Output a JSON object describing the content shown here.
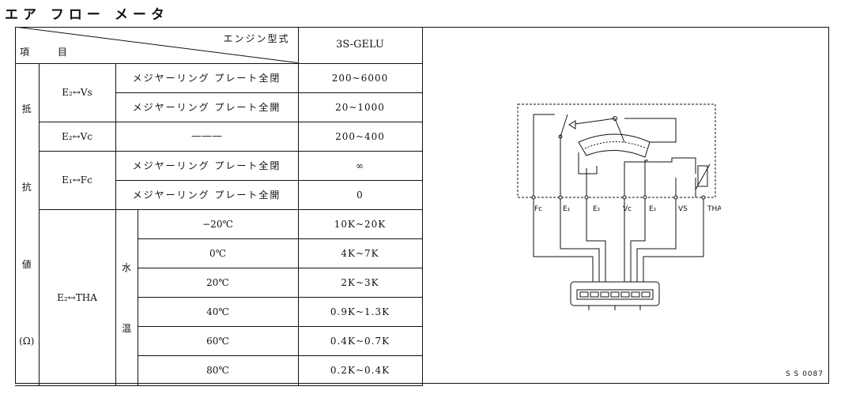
{
  "page_title": "エア フロー メータ",
  "table": {
    "header_top": "エンジン型式",
    "header_bottom": "項 目",
    "model": "3S-GELU",
    "category_chars": [
      "抵",
      "抗",
      "値",
      "(Ω)"
    ],
    "temp_chars": [
      "水",
      "温"
    ],
    "rows": [
      {
        "pair": "E₂↔Vs",
        "condition": "メジヤーリング プレート全閉",
        "value": "200~6000"
      },
      {
        "condition": "メジヤーリング プレート全開",
        "value": "20~1000"
      },
      {
        "pair": "E₂↔Vc",
        "condition": "———",
        "value": "200~400"
      },
      {
        "pair": "E₁↔Fc",
        "condition": "メジヤーリング プレート全閉",
        "value": "∞"
      },
      {
        "condition": "メジヤーリング プレート全開",
        "value": "0"
      },
      {
        "pair": "E₂↔THA",
        "temp": "−20℃",
        "value": "10K~20K"
      },
      {
        "temp": "0℃",
        "value": "4K~7K"
      },
      {
        "temp": "20℃",
        "value": "2K~3K"
      },
      {
        "temp": "40℃",
        "value": "0.9K~1.3K"
      },
      {
        "temp": "60℃",
        "value": "0.4K~0.7K"
      },
      {
        "temp": "80℃",
        "value": "0.2K~0.4K"
      }
    ]
  },
  "diagram": {
    "pins": [
      "Fc",
      "E₁",
      "E₂",
      "Vc",
      "E₂",
      "VS",
      "THA"
    ]
  },
  "ref_code": "S S 0087"
}
